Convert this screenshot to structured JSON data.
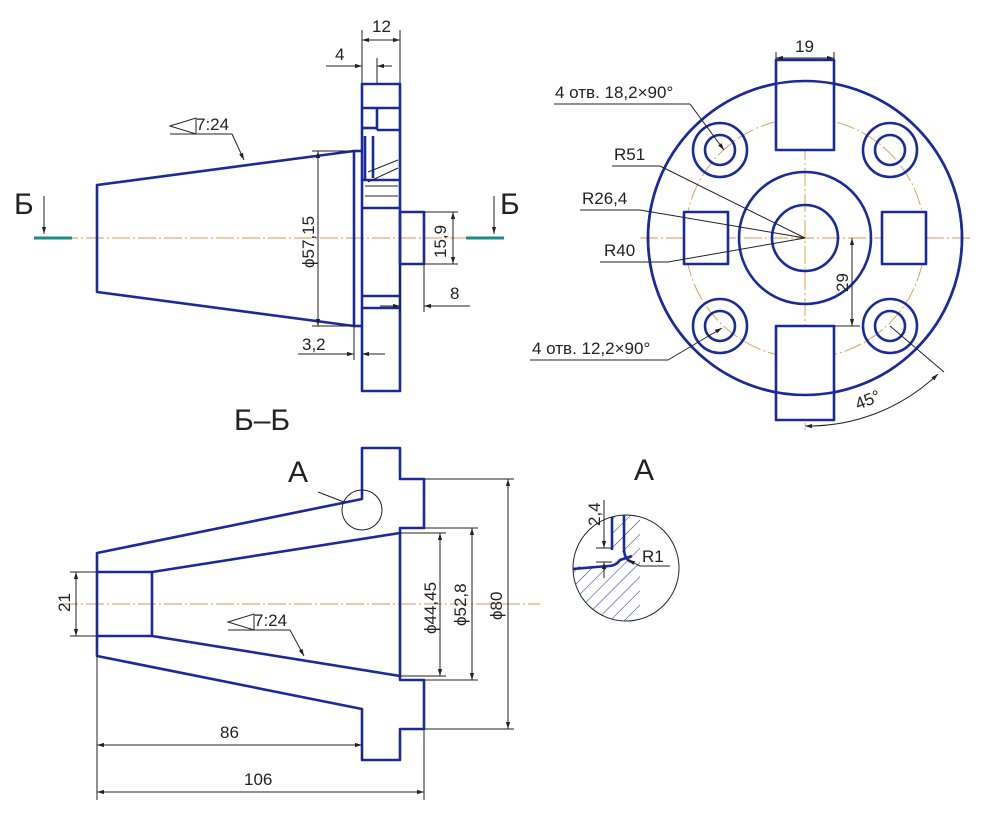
{
  "views": {
    "section_label": "Б–Б",
    "cut_left": "Б",
    "cut_right": "Б",
    "detail_callout": "А",
    "detail_title": "А"
  },
  "side_view": {
    "dim_12": "12",
    "dim_4": "4",
    "taper": "7:24",
    "dim_d57": "ϕ57,15",
    "dim_15_9": "15,9",
    "dim_8": "8",
    "dim_3_2": "3,2"
  },
  "front_view": {
    "dim_19": "19",
    "holes_top": "4 отв. 18,2×90°",
    "r51": "R51",
    "r26": "R26,4",
    "r40": "R40",
    "dim_29": "29",
    "holes_bottom": "4 отв. 12,2×90°",
    "angle_45": "45°"
  },
  "section_view": {
    "dim_21": "21",
    "taper": "7:24",
    "dim_d44": "ϕ44,45",
    "dim_d52": "ϕ52,8",
    "dim_d80": "ϕ80",
    "dim_86": "86",
    "dim_106": "106"
  },
  "detail_view": {
    "dim_2_4": "2,4",
    "r1": "R1"
  }
}
